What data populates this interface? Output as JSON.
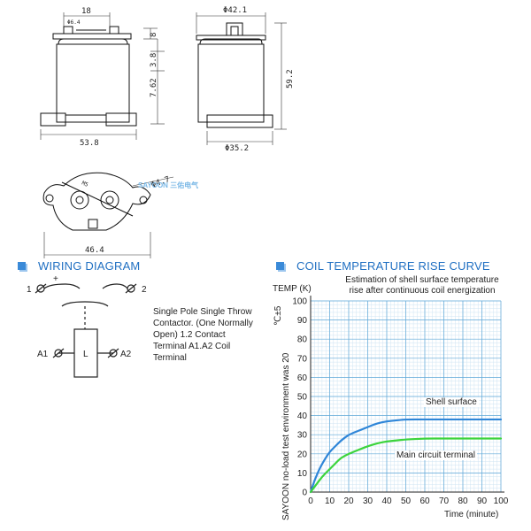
{
  "drawing": {
    "dims": {
      "d18": "18",
      "d8": "8",
      "d3_8": "3.8",
      "d7_62": "7.62",
      "d53_8": "53.8",
      "dphi42_1": "Φ42.1",
      "d59_2": "59.2",
      "dphi35_2": "Φ35.2",
      "d46_4": "46.4",
      "dphi4_7": "Φ4.7",
      "dphi6_4": "Φ6.4",
      "m5": "M5"
    },
    "brand": "SAYOON 三佑电气"
  },
  "wiring": {
    "heading": "WIRING DIAGRAM",
    "label_1": "1",
    "label_2": "2",
    "label_plus": "+",
    "label_a1": "A1",
    "label_a2": "A2",
    "label_l": "L",
    "description": "Single Pole Single Throw Contactor. (One Normally Open) 1.2 Contact Terminal A1.A2 Coil Terminal"
  },
  "curve": {
    "heading": "COIL TEMPERATURE RISE CURVE",
    "title_line1": "Estimation of shell surface temperature",
    "title_line2": "rise after continuous coil energization",
    "ylabel": "TEMP (K)",
    "vertical_note": "SAYOON no-load test environment was 20",
    "vertical_note2": "℃±5",
    "xlabel": "Time (minute)"
  },
  "chart_data": {
    "type": "line",
    "title": "Estimation of shell surface temperature rise after continuous coil energization",
    "xlabel": "Time (minute)",
    "ylabel": "TEMP (K)",
    "xlim": [
      0,
      100
    ],
    "ylim": [
      0,
      100
    ],
    "x_ticks": [
      0,
      10,
      20,
      30,
      40,
      50,
      60,
      70,
      80,
      90,
      100
    ],
    "y_ticks": [
      0,
      10,
      20,
      30,
      40,
      50,
      60,
      70,
      80,
      90,
      100
    ],
    "grid": true,
    "series": [
      {
        "name": "Shell surface",
        "color": "#2f86d8",
        "x": [
          0,
          2,
          5,
          8,
          10,
          13,
          16,
          20,
          25,
          30,
          35,
          40,
          45,
          50,
          60,
          70,
          80,
          90,
          100
        ],
        "y": [
          0,
          6,
          13,
          18,
          21,
          24,
          27,
          30,
          32,
          34,
          36,
          37,
          37.5,
          38,
          38,
          38,
          38,
          38,
          38
        ]
      },
      {
        "name": "Main circuit terminal",
        "color": "#3cd43c",
        "x": [
          0,
          3,
          6,
          10,
          13,
          16,
          20,
          25,
          30,
          35,
          40,
          45,
          50,
          60,
          70,
          80,
          90,
          100
        ],
        "y": [
          0,
          4,
          8,
          12,
          15,
          18,
          20,
          22,
          24,
          25.5,
          26.5,
          27,
          27.5,
          28,
          28,
          28,
          28,
          28
        ]
      }
    ],
    "colors": {
      "grid_major": "#5fa8d8",
      "grid_minor": "#cfe4f3"
    }
  }
}
